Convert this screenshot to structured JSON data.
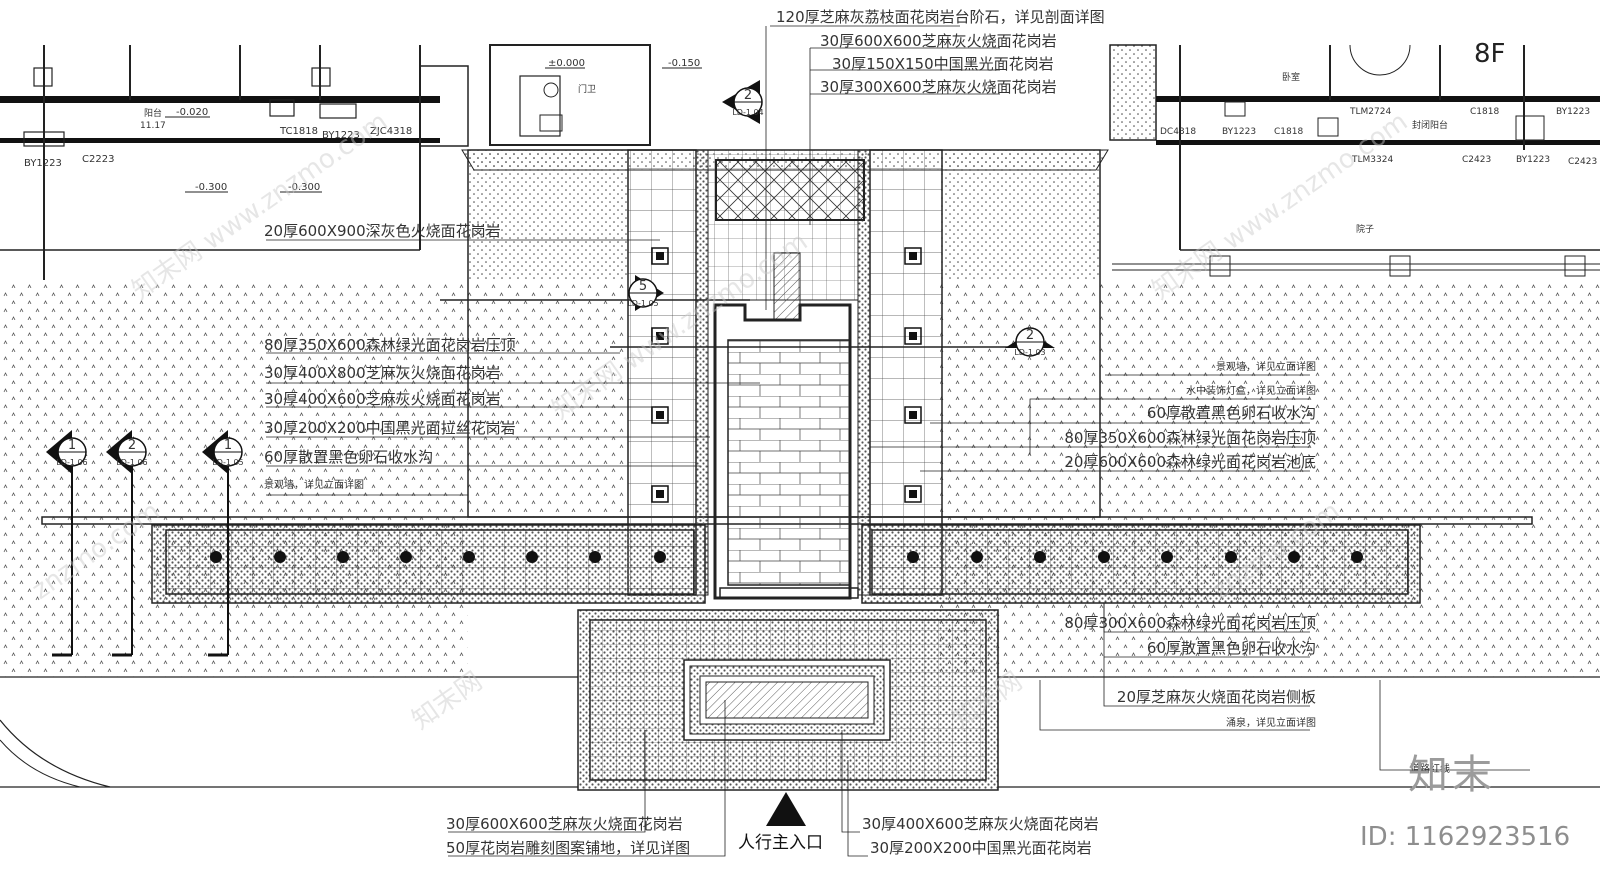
{
  "drawing": {
    "top_callouts": [
      "120厚芝麻灰荔枝面花岗岩台阶石，详见剖面详图",
      "30厚600X600芝麻灰火烧面花岗岩",
      "30厚150X150中国黑光面花岗岩",
      "30厚300X600芝麻灰火烧面花岗岩"
    ],
    "left_callouts": [
      "20厚600X900深灰色火烧面花岗岩",
      "80厚350X600森林绿光面花岗岩压顶",
      "30厚400X800芝麻灰火烧面花岗岩",
      "30厚400X600芝麻灰火烧面花岗岩",
      "30厚200X200中国黑光面拉丝花岗岩",
      "60厚散置黑色卵石收水沟",
      "景观墙，详见立面详图"
    ],
    "right_callouts": [
      "景观墙，详见立面详图",
      "水中装饰灯盒，详见立面详图",
      "60厚散置黑色卵石收水沟",
      "80厚350X600森林绿光面花岗岩压顶",
      "20厚600X600森林绿光面花岗岩池底",
      "80厚300X600森林绿光面花岗岩压顶",
      "60厚散置黑色卵石收水沟",
      "20厚芝麻灰火烧面花岗岩侧板",
      "涌泉，详见立面详图"
    ],
    "bottom_callouts": [
      "30厚600X600芝麻灰火烧面花岗岩",
      "50厚花岗岩雕刻图案铺地，详见详图",
      "30厚400X600芝麻灰火烧面花岗岩",
      "30厚200X200中国黑光面花岗岩"
    ],
    "entrance_label": "人行主入口",
    "level_marks": [
      "±0.000",
      "-0.150",
      "-0.020",
      "-0.300",
      "-0.300"
    ],
    "window_codes_left": [
      "TC1818",
      "BY1223",
      "ZJC4318",
      "BY1223",
      "C2223",
      "11.17",
      "阳台"
    ],
    "window_codes_right": [
      "DC4318",
      "BY1223",
      "C1818",
      "TLM2724",
      "C1818",
      "BY1223",
      "TLM3324",
      "C2423",
      "BY1223",
      "C2423",
      "封闭阳台"
    ],
    "room_labels": [
      "门卫",
      "卧室",
      "院子"
    ],
    "floor_label": "8F",
    "section_markers": [
      {
        "num": "2",
        "ref": "LD-1.04"
      },
      {
        "num": "5",
        "ref": "LD-1.05"
      },
      {
        "num": "2",
        "ref": "LD-1.03"
      },
      {
        "num": "1",
        "ref": "LD-1.06"
      },
      {
        "num": "2",
        "ref": "LD-1.06"
      },
      {
        "num": "1",
        "ref": "LD-1.05"
      }
    ],
    "road_label": "道路红线"
  },
  "watermark": {
    "brand": "知末",
    "texts": [
      "知末网 www.znzmo.com",
      "znzmo.com",
      "知末网"
    ],
    "image_id": "ID: 1162923516"
  }
}
